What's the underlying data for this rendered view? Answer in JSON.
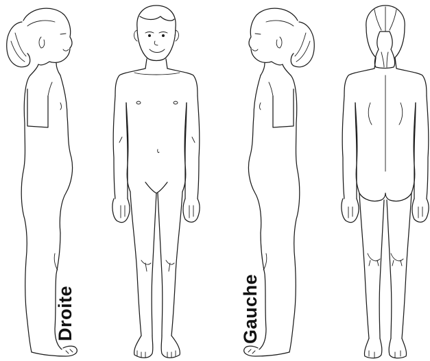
{
  "labels": {
    "right": "Droite",
    "left": "Gauche"
  },
  "figures": [
    {
      "view": "right-side"
    },
    {
      "view": "front"
    },
    {
      "view": "left-side"
    },
    {
      "view": "back"
    }
  ],
  "colors": {
    "line": "#1a1a1a",
    "background": "#ffffff"
  }
}
